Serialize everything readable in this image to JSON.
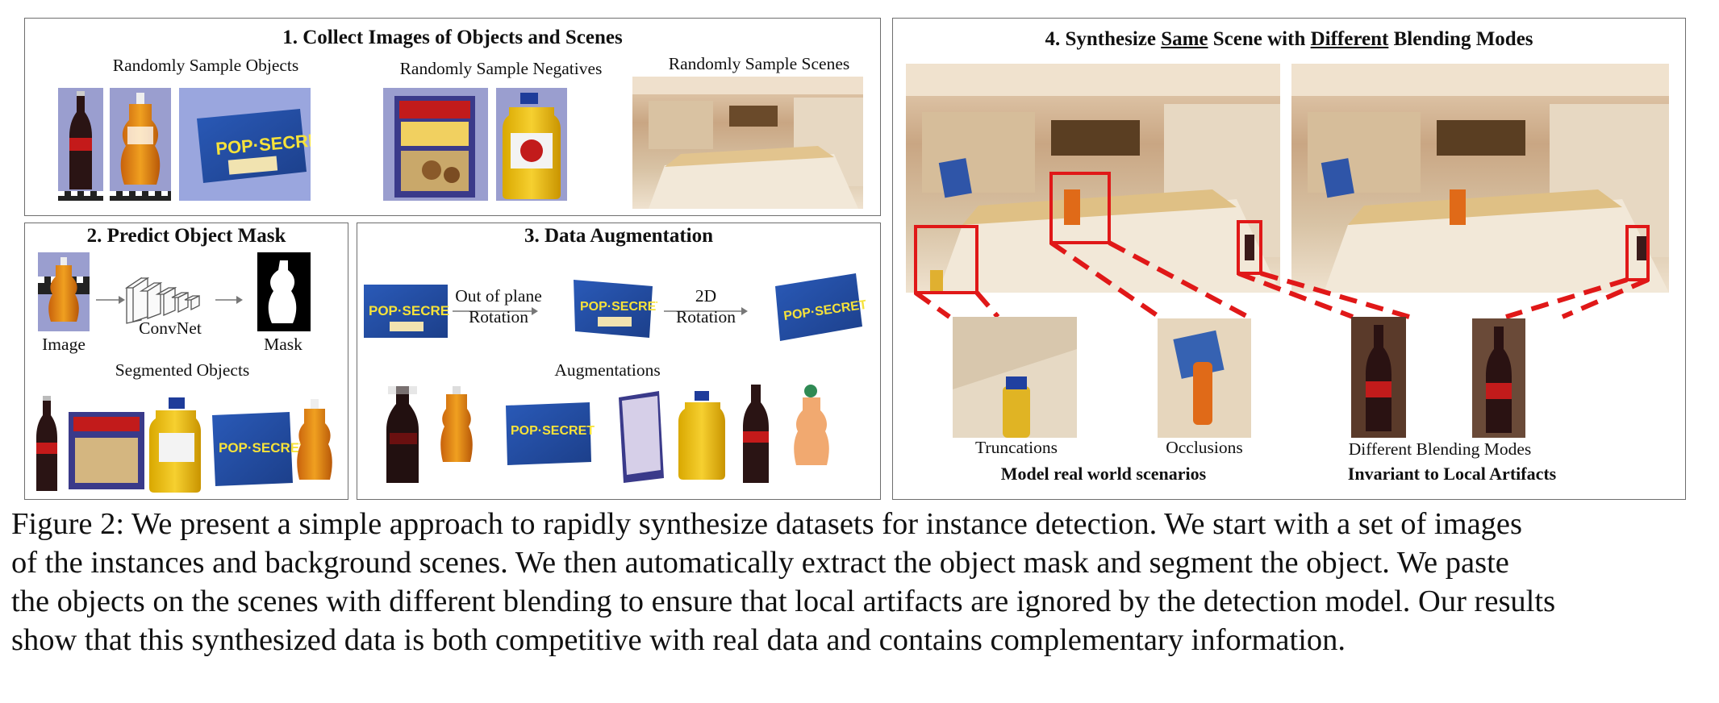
{
  "panel1": {
    "title": "1. Collect Images of Objects and Scenes",
    "objects_label": "Randomly Sample Objects",
    "negatives_label": "Randomly Sample Negatives",
    "scenes_label": "Randomly Sample Scenes"
  },
  "panel2": {
    "title": "2. Predict Object Mask",
    "image_label": "Image",
    "convnet_label": "ConvNet",
    "mask_label": "Mask",
    "segmented_label": "Segmented Objects"
  },
  "panel3": {
    "title": "3. Data Augmentation",
    "rotation1_line1": "Out of plane",
    "rotation1_line2": "Rotation",
    "rotation2_line1": "2D",
    "rotation2_line2": "Rotation",
    "augmentations_label": "Augmentations"
  },
  "panel4": {
    "title_prefix": "4. Synthesize ",
    "title_same": "Same",
    "title_mid": " Scene with ",
    "title_different": "Different",
    "title_suffix": " Blending Modes",
    "truncations_label": "Truncations",
    "occlusions_label": "Occlusions",
    "blending_label": "Different Blending Modes",
    "model_real_label": "Model real world scenarios",
    "invariant_label": "Invariant to Local Artifacts"
  },
  "caption": {
    "line1": "Figure 2: We present a simple approach to rapidly synthesize datasets for instance detection. We start with a set of images",
    "line2": "of the instances and background scenes.  We then automatically extract the object mask and segment the object.  We paste",
    "line3": "the objects on the scenes with different blending to ensure that local artifacts are ignored by the detection model. Our results",
    "line4": "show that this synthesized data is both competitive with real data and contains complementary information."
  },
  "colors": {
    "highlight_red": "#e01818",
    "panel_border": "#6e6e6e",
    "product_bg": "#9a9ecf"
  }
}
